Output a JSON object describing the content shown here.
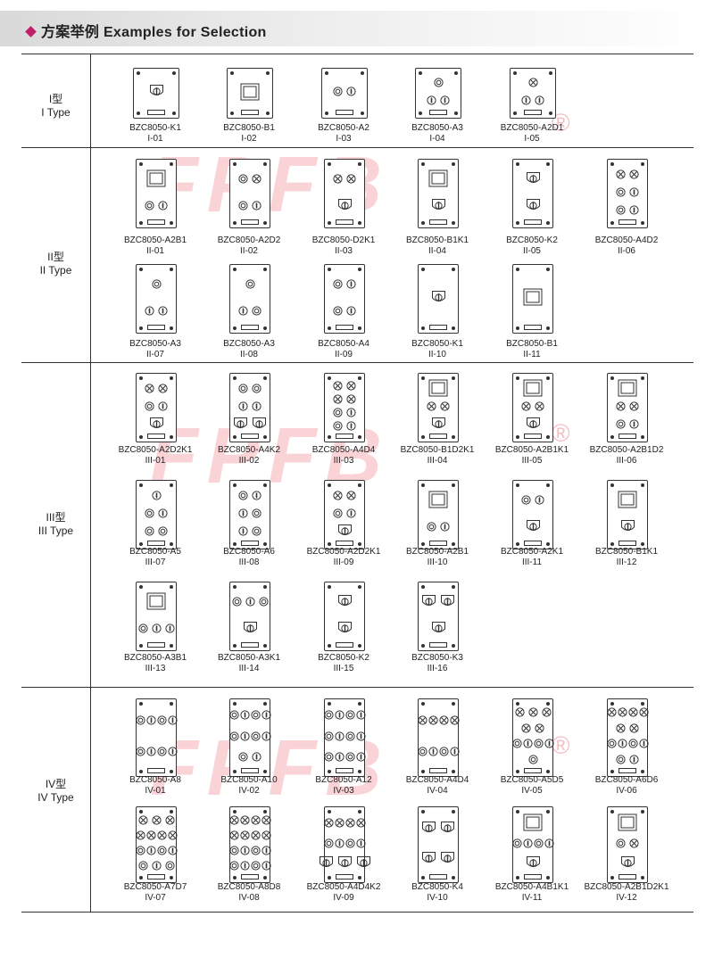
{
  "header": {
    "title": "方案举例 Examples for Selection"
  },
  "watermark": {
    "text": "FPFB",
    "mark": "®"
  },
  "sections": [
    {
      "cn": "I型",
      "en": "I Type",
      "items": [
        {
          "model": "BZC8050-K1",
          "code": "I-01"
        },
        {
          "model": "BZC8050-B1",
          "code": "I-02"
        },
        {
          "model": "BZC8050-A2",
          "code": "I-03"
        },
        {
          "model": "BZC8050-A3",
          "code": "I-04"
        },
        {
          "model": "BZC8050-A2D1",
          "code": "I-05"
        }
      ]
    },
    {
      "cn": "II型",
      "en": "II Type",
      "items": [
        {
          "model": "BZC8050-A2B1",
          "code": "II-01"
        },
        {
          "model": "BZC8050-A2D2",
          "code": "II-02"
        },
        {
          "model": "BZC8050-D2K1",
          "code": "II-03"
        },
        {
          "model": "BZC8050-B1K1",
          "code": "II-04"
        },
        {
          "model": "BZC8050-K2",
          "code": "II-05"
        },
        {
          "model": "BZC8050-A4D2",
          "code": "II-06"
        },
        {
          "model": "BZC8050-A3",
          "code": "II-07"
        },
        {
          "model": "BZC8050-A3",
          "code": "II-08"
        },
        {
          "model": "BZC8050-A4",
          "code": "II-09"
        },
        {
          "model": "BZC8050-K1",
          "code": "II-10"
        },
        {
          "model": "BZC8050-B1",
          "code": "II-11"
        }
      ]
    },
    {
      "cn": "III型",
      "en": "III Type",
      "items": [
        {
          "model": "BZC8050-A2D2K1",
          "code": "III-01"
        },
        {
          "model": "BZC8050-A4K2",
          "code": "III-02"
        },
        {
          "model": "BZC8050-A4D4",
          "code": "III-03"
        },
        {
          "model": "BZC8050-B1D2K1",
          "code": "III-04"
        },
        {
          "model": "BZC8050-A2B1K1",
          "code": "III-05"
        },
        {
          "model": "BZC8050-A2B1D2",
          "code": "III-06"
        },
        {
          "model": "BZC8050-A5",
          "code": "III-07"
        },
        {
          "model": "BZC8050-A6",
          "code": "III-08"
        },
        {
          "model": "BZC8050-A2D2K1",
          "code": "III-09"
        },
        {
          "model": "BZC8050-A2B1",
          "code": "III-10"
        },
        {
          "model": "BZC8050-A2K1",
          "code": "III-11"
        },
        {
          "model": "BZC8050-B1K1",
          "code": "III-12"
        },
        {
          "model": "BZC8050-A3B1",
          "code": "III-13"
        },
        {
          "model": "BZC8050-A3K1",
          "code": "III-14"
        },
        {
          "model": "BZC8050-K2",
          "code": "III-15"
        },
        {
          "model": "BZC8050-K3",
          "code": "III-16"
        }
      ]
    },
    {
      "cn": "IV型",
      "en": "IV Type",
      "items": [
        {
          "model": "BZC8050-A8",
          "code": "IV-01"
        },
        {
          "model": "BZC8050-A10",
          "code": "IV-02"
        },
        {
          "model": "BZC8050-A12",
          "code": "IV-03"
        },
        {
          "model": "BZC8050-A4D4",
          "code": "IV-04"
        },
        {
          "model": "BZC8050-A5D5",
          "code": "IV-05"
        },
        {
          "model": "BZC8050-A6D6",
          "code": "IV-06"
        },
        {
          "model": "BZC8050-A7D7",
          "code": "IV-07"
        },
        {
          "model": "BZC8050-A8D8",
          "code": "IV-08"
        },
        {
          "model": "BZC8050-A4D4K2",
          "code": "IV-09"
        },
        {
          "model": "BZC8050-K4",
          "code": "IV-10"
        },
        {
          "model": "BZC8050-A4B1K1",
          "code": "IV-11"
        },
        {
          "model": "BZC8050-A2B1D2K1",
          "code": "IV-12"
        }
      ]
    }
  ]
}
